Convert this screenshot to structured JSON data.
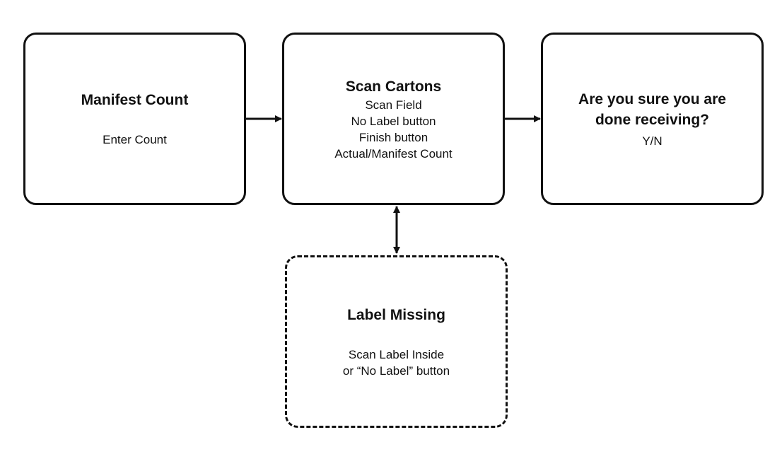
{
  "colors": {
    "stroke": "#111111",
    "background": "#ffffff"
  },
  "boxes": {
    "manifest_count": {
      "title": "Manifest Count",
      "lines": [
        "Enter Count"
      ]
    },
    "scan_cartons": {
      "title": "Scan Cartons",
      "lines": [
        "Scan Field",
        "No Label button",
        "Finish button",
        "Actual/Manifest Count"
      ]
    },
    "confirm_done": {
      "title_lines": [
        "Are you sure you are",
        "done receiving?"
      ],
      "lines": [
        "Y/N"
      ]
    },
    "label_missing": {
      "title": "Label Missing",
      "lines": [
        "Scan Label Inside",
        "or “No Label” button"
      ]
    }
  }
}
